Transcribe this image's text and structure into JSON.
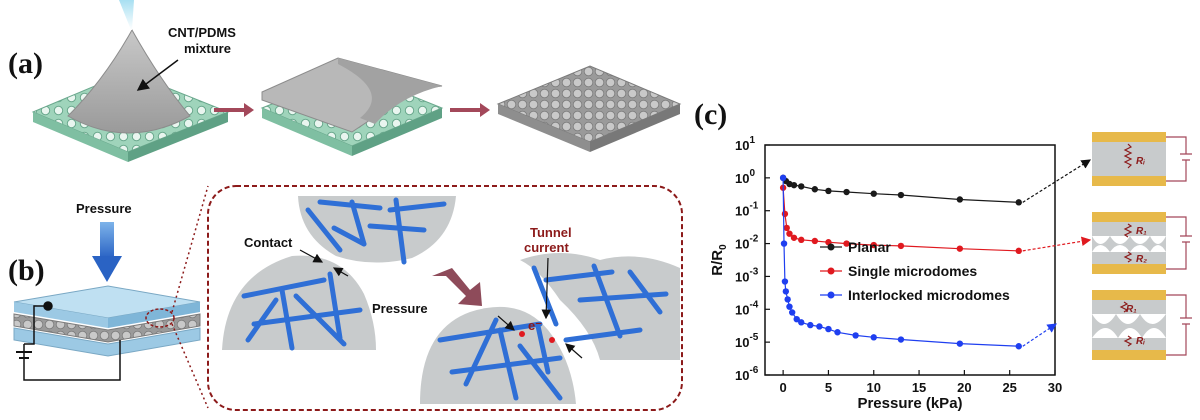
{
  "panels": {
    "a": {
      "label": "(a)",
      "annotation_line1": "CNT/PDMS",
      "annotation_line2": "mixture"
    },
    "b": {
      "label": "(b)",
      "pressure_label": "Pressure",
      "contact_label": "Contact",
      "pressure_arrow_label": "Pressure",
      "tunnel_line1": "Tunnel",
      "tunnel_line2": "current",
      "electron_label": "e⁻"
    },
    "c": {
      "label": "(c)",
      "resistor_labels": [
        "Rᵢ",
        "R₁",
        "R₂",
        "R₁",
        "Rᵢ"
      ]
    }
  },
  "colors": {
    "planar": "#1a1a1a",
    "single": "#e0191f",
    "interlocked": "#1f3ff0",
    "arrow": "#a3485a",
    "fiber": "#2f6fd6",
    "mold_green": "#8fcbb0",
    "gold": "#e7b94a"
  },
  "chart_data": {
    "type": "scatter",
    "xlabel": "Pressure (kPa)",
    "ylabel": "R/R",
    "ylabel_sub": "0",
    "xlim": [
      -2,
      30
    ],
    "ylim_log10": [
      -6,
      1
    ],
    "x_ticks": [
      "0",
      "5",
      "10",
      "15",
      "20",
      "25",
      "30"
    ],
    "y_ticks": [
      {
        "base": "10",
        "exp": "1"
      },
      {
        "base": "10",
        "exp": "0"
      },
      {
        "base": "10",
        "exp": "-1"
      },
      {
        "base": "10",
        "exp": "-2"
      },
      {
        "base": "10",
        "exp": "-3"
      },
      {
        "base": "10",
        "exp": "-4"
      },
      {
        "base": "10",
        "exp": "-5"
      },
      {
        "base": "10",
        "exp": "-6"
      }
    ],
    "legend_position": "center-right",
    "series": [
      {
        "name": "Planar",
        "color": "#1a1a1a",
        "x": [
          0,
          0.3,
          0.7,
          1.2,
          2,
          3.5,
          5,
          7,
          10,
          13,
          19.5,
          26
        ],
        "y": [
          1.0,
          0.8,
          0.65,
          0.6,
          0.55,
          0.45,
          0.4,
          0.37,
          0.33,
          0.3,
          0.22,
          0.18
        ]
      },
      {
        "name": "Single microdomes",
        "color": "#e0191f",
        "x": [
          0,
          0.2,
          0.4,
          0.7,
          1.2,
          2,
          3.5,
          5,
          7,
          10,
          13,
          19.5,
          26
        ],
        "y": [
          0.5,
          0.08,
          0.03,
          0.02,
          0.015,
          0.013,
          0.012,
          0.011,
          0.01,
          0.009,
          0.0085,
          0.007,
          0.006
        ]
      },
      {
        "name": "Interlocked microdomes",
        "color": "#1f3ff0",
        "x": [
          0,
          0.1,
          0.2,
          0.3,
          0.5,
          0.7,
          1,
          1.5,
          2,
          3,
          4,
          5,
          6,
          8,
          10,
          13,
          19.5,
          26
        ],
        "y": [
          1.0,
          0.01,
          0.0007,
          0.00035,
          0.0002,
          0.00012,
          8e-05,
          5e-05,
          4e-05,
          3.3e-05,
          3e-05,
          2.5e-05,
          2e-05,
          1.6e-05,
          1.4e-05,
          1.2e-05,
          9e-06,
          7.5e-06
        ]
      }
    ]
  }
}
